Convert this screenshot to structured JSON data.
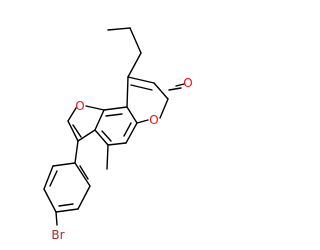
{
  "molecule": {
    "atoms": {
      "ring_oxygen": {
        "symbol": "O",
        "color": "#ff0d0d"
      },
      "carbonyl_oxygen": {
        "symbol": "O",
        "color": "#ff0d0d"
      },
      "furan_oxygen": {
        "symbol": "O",
        "color": "#ff0d0d"
      },
      "bromine": {
        "symbol": "Br",
        "color": "#a62929"
      }
    },
    "bond_color": "#000000",
    "background": "#ffffff"
  }
}
